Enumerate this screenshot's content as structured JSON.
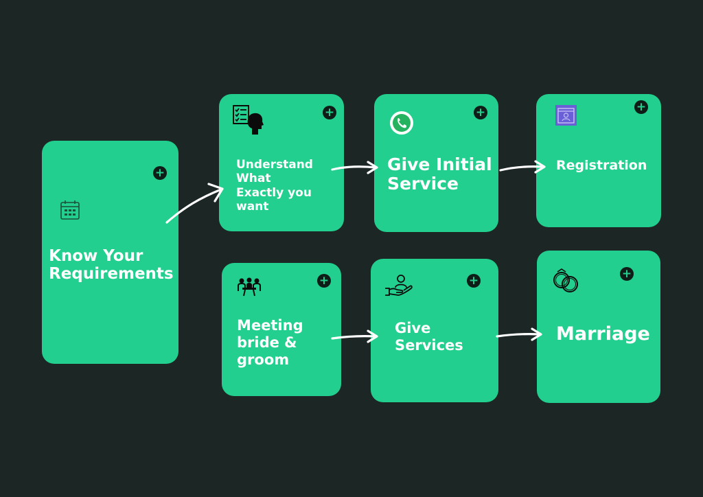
{
  "steps": {
    "know": {
      "label": "Know Your Requirements",
      "line1": "Know Your",
      "line2": "Requirements",
      "icon": "calendar-icon"
    },
    "understand": {
      "label": "Understand What Exactly you want",
      "line1": "Understand",
      "line2": "What",
      "line3": "Exactly you",
      "line4": "want",
      "icon": "checklist-thinking-head-icon"
    },
    "initial": {
      "label": "Give Initial Service",
      "line1": "Give Initial",
      "line2": "Service",
      "icon": "whatsapp-icon"
    },
    "registration": {
      "label": "Registration",
      "icon": "registration-form-icon"
    },
    "meeting": {
      "label": "Meeting bride & groom",
      "line1": "Meeting",
      "line2": "bride &",
      "line3": "groom",
      "icon": "meeting-table-icon"
    },
    "services": {
      "label": "Give Services",
      "line1": "Give",
      "line2": "Services",
      "icon": "hand-service-icon"
    },
    "marriage": {
      "label": "Marriage",
      "icon": "rings-icon"
    }
  },
  "plus_symbol": "+",
  "colors": {
    "background": "#1b2625",
    "card": "#22cf8e",
    "text": "#ffffff",
    "plus_badge": "#0f1d18",
    "arrow": "#ffffff"
  }
}
